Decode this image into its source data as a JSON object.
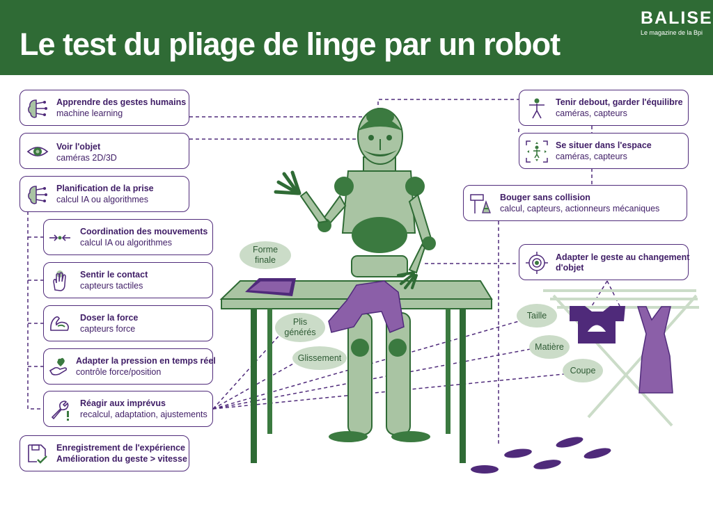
{
  "header": {
    "title": "Le test du pliage de linge par un robot",
    "logo": "BALISES",
    "logo_subtitle": "Le magazine de la Bpi"
  },
  "left_boxes": [
    {
      "id": "learn",
      "title": "Apprendre des gestes humains",
      "subtitle": "machine learning",
      "icon": "brain-icon"
    },
    {
      "id": "see",
      "title": "Voir l'objet",
      "subtitle": "caméras 2D/3D",
      "icon": "eye-icon"
    },
    {
      "id": "plan",
      "title": "Planification de la prise",
      "subtitle": "calcul IA ou algorithmes",
      "icon": "brain-icon"
    },
    {
      "id": "coord",
      "title": "Coordination des mouvements",
      "subtitle": "calcul IA ou algorithmes",
      "icon": "converging-arrows-icon"
    },
    {
      "id": "touch",
      "title": "Sentir le contact",
      "subtitle": "capteurs tactiles",
      "icon": "hand-touch-icon"
    },
    {
      "id": "force",
      "title": "Doser la force",
      "subtitle": "capteurs force",
      "icon": "muscle-arm-icon"
    },
    {
      "id": "pressure",
      "title": "Adapter la pression en temps réel",
      "subtitle": "contrôle force/position",
      "icon": "hand-heart-icon"
    },
    {
      "id": "react",
      "title": "Réagir aux imprévus",
      "subtitle": "recalcul, adaptation, ajustements",
      "icon": "wrench-exclamation-icon"
    },
    {
      "id": "record",
      "title": "Enregistrement de l'expérience",
      "subtitle": "Amélioration du geste > vitesse",
      "icon": "save-check-icon"
    }
  ],
  "right_boxes": [
    {
      "id": "balance",
      "title": "Tenir debout, garder l'équilibre",
      "subtitle": "caméras, capteurs",
      "icon": "human-figure-icon"
    },
    {
      "id": "space",
      "title": "Se situer dans l'espace",
      "subtitle": "caméras, capteurs",
      "icon": "position-arrows-icon"
    },
    {
      "id": "move",
      "title": "Bouger sans collision",
      "subtitle": "calcul, capteurs, actionneurs mécaniques",
      "icon": "road-sign-cone-icon"
    },
    {
      "id": "adapt",
      "title": "Adapter le geste au changement",
      "subtitle": "d'objet",
      "icon": "target-icon"
    }
  ],
  "bubbles": [
    {
      "id": "forme",
      "line1": "Forme",
      "line2": "finale"
    },
    {
      "id": "plis",
      "line1": "Plis",
      "line2": "générés"
    },
    {
      "id": "glissement",
      "line1": "Glissement",
      "line2": ""
    },
    {
      "id": "taille",
      "line1": "Taille",
      "line2": ""
    },
    {
      "id": "matiere",
      "line1": "Matière",
      "line2": ""
    },
    {
      "id": "coupe",
      "line1": "Coupe",
      "line2": ""
    }
  ],
  "colors": {
    "header_green": "#2f6b35",
    "robot_light": "#a9c4a3",
    "robot_dark": "#3b7a40",
    "purple": "#8b5fa8",
    "dark_purple": "#4f2a7a",
    "bubble": "#cbdcc8"
  }
}
